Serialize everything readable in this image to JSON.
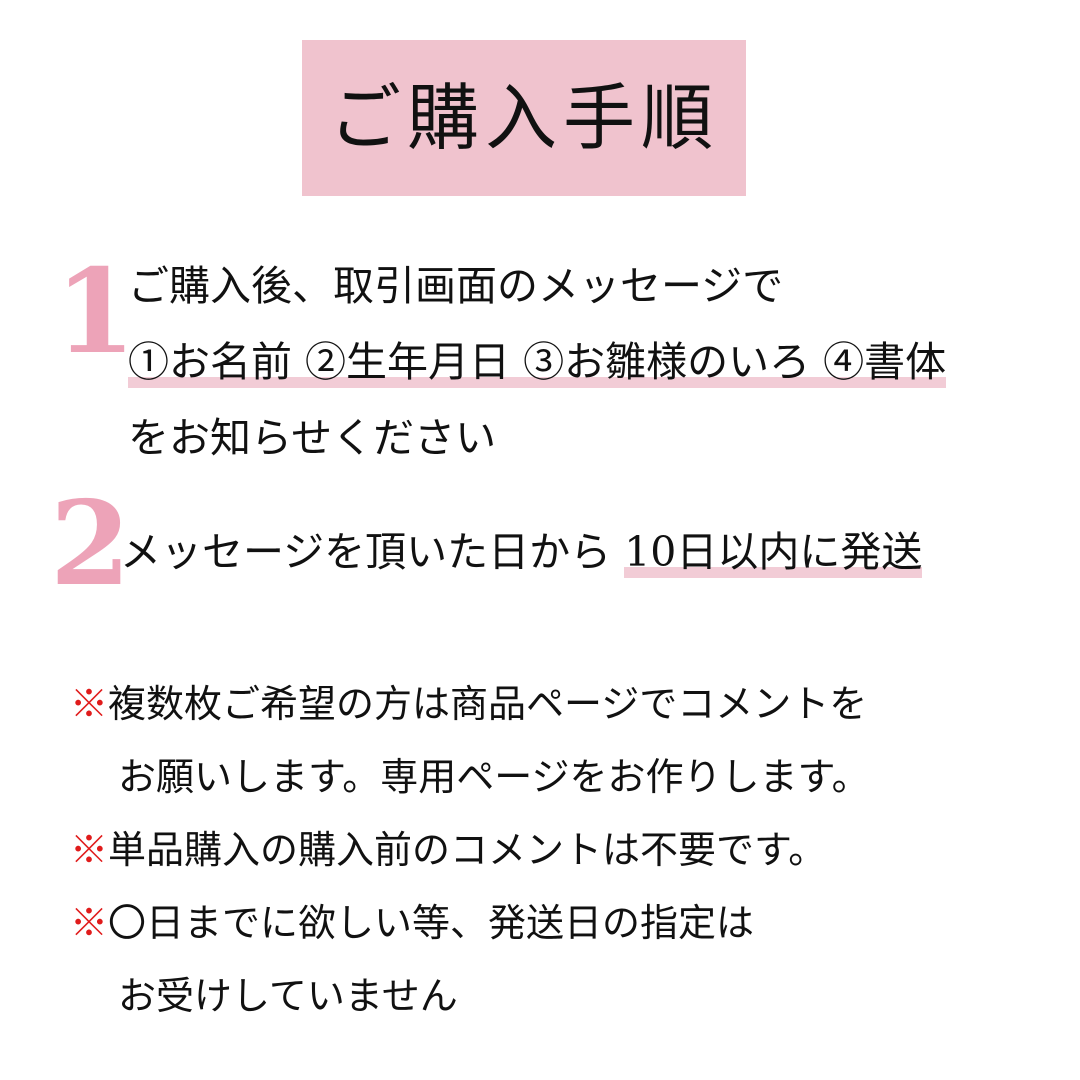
{
  "header": {
    "title": "ご購入手順",
    "background_color": "#f0c3ce"
  },
  "colors": {
    "step_number": "#eda3b8",
    "highlight_underline": "#f2ccd6",
    "note_mark": "#e01b1b",
    "text": "#111111",
    "page_background": "#ffffff"
  },
  "steps": [
    {
      "number": "1",
      "lines": [
        {
          "text": "ご購入後、取引画面のメッセージで",
          "highlighted": false
        },
        {
          "text": "①お名前 ②生年月日 ③お雛様のいろ ④書体",
          "highlighted": true
        },
        {
          "text": "をお知らせください",
          "highlighted": false
        }
      ]
    },
    {
      "number": "2",
      "lines": [
        {
          "prefix": "メッセージを頂いた日から ",
          "text": "10日以内に発送",
          "highlighted": true
        }
      ]
    }
  ],
  "notes": [
    {
      "mark": "※",
      "line1": "複数枚ご希望の方は商品ページでコメントを",
      "line2": "お願いします。専用ページをお作りします。"
    },
    {
      "mark": "※",
      "line1": "単品購入の購入前のコメントは不要です。",
      "line2": ""
    },
    {
      "mark": "※",
      "line1": "〇日までに欲しい等、発送日の指定は",
      "line2": "お受けしていません"
    }
  ]
}
